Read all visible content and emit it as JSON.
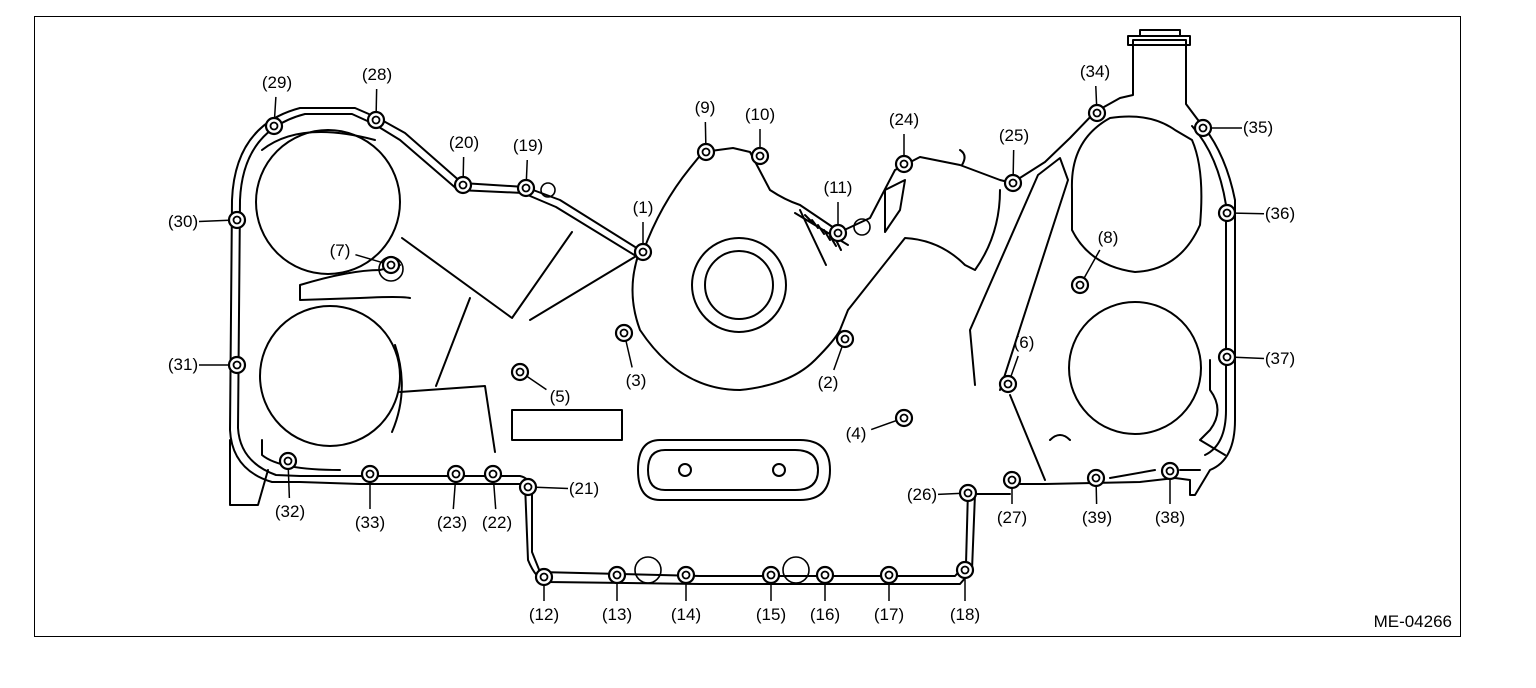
{
  "figure_id": "ME-04266",
  "bolt_labels": {
    "b1": "(1)",
    "b2": "(2)",
    "b3": "(3)",
    "b4": "(4)",
    "b5": "(5)",
    "b6": "(6)",
    "b7": "(7)",
    "b8": "(8)",
    "b9": "(9)",
    "b10": "(10)",
    "b11": "(11)",
    "b12": "(12)",
    "b13": "(13)",
    "b14": "(14)",
    "b15": "(15)",
    "b16": "(16)",
    "b17": "(17)",
    "b18": "(18)",
    "b19": "(19)",
    "b20": "(20)",
    "b21": "(21)",
    "b22": "(22)",
    "b23": "(23)",
    "b24": "(24)",
    "b25": "(25)",
    "b26": "(26)",
    "b27": "(27)",
    "b28": "(28)",
    "b29": "(29)",
    "b30": "(30)",
    "b31": "(31)",
    "b32": "(32)",
    "b33": "(33)",
    "b34": "(34)",
    "b35": "(35)",
    "b36": "(36)",
    "b37": "(37)",
    "b38": "(38)",
    "b39": "(39)"
  }
}
